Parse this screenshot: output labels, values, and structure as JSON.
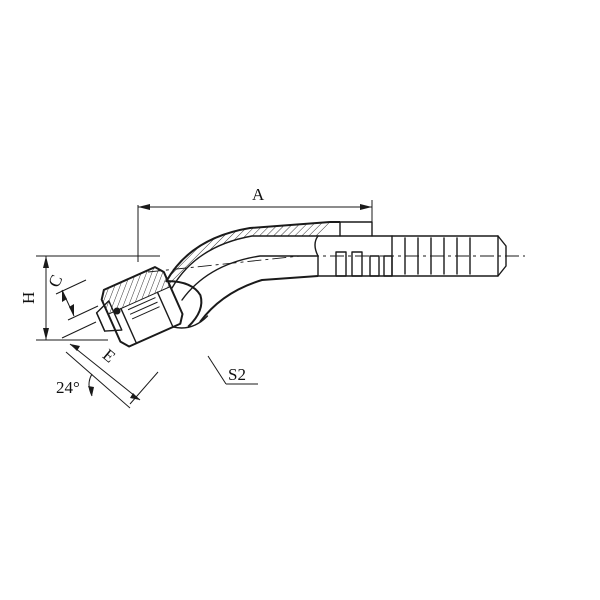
{
  "labels": {
    "A": "A",
    "H": "H",
    "C": "C",
    "E": "E",
    "angle": "24°",
    "S2": "S2"
  }
}
